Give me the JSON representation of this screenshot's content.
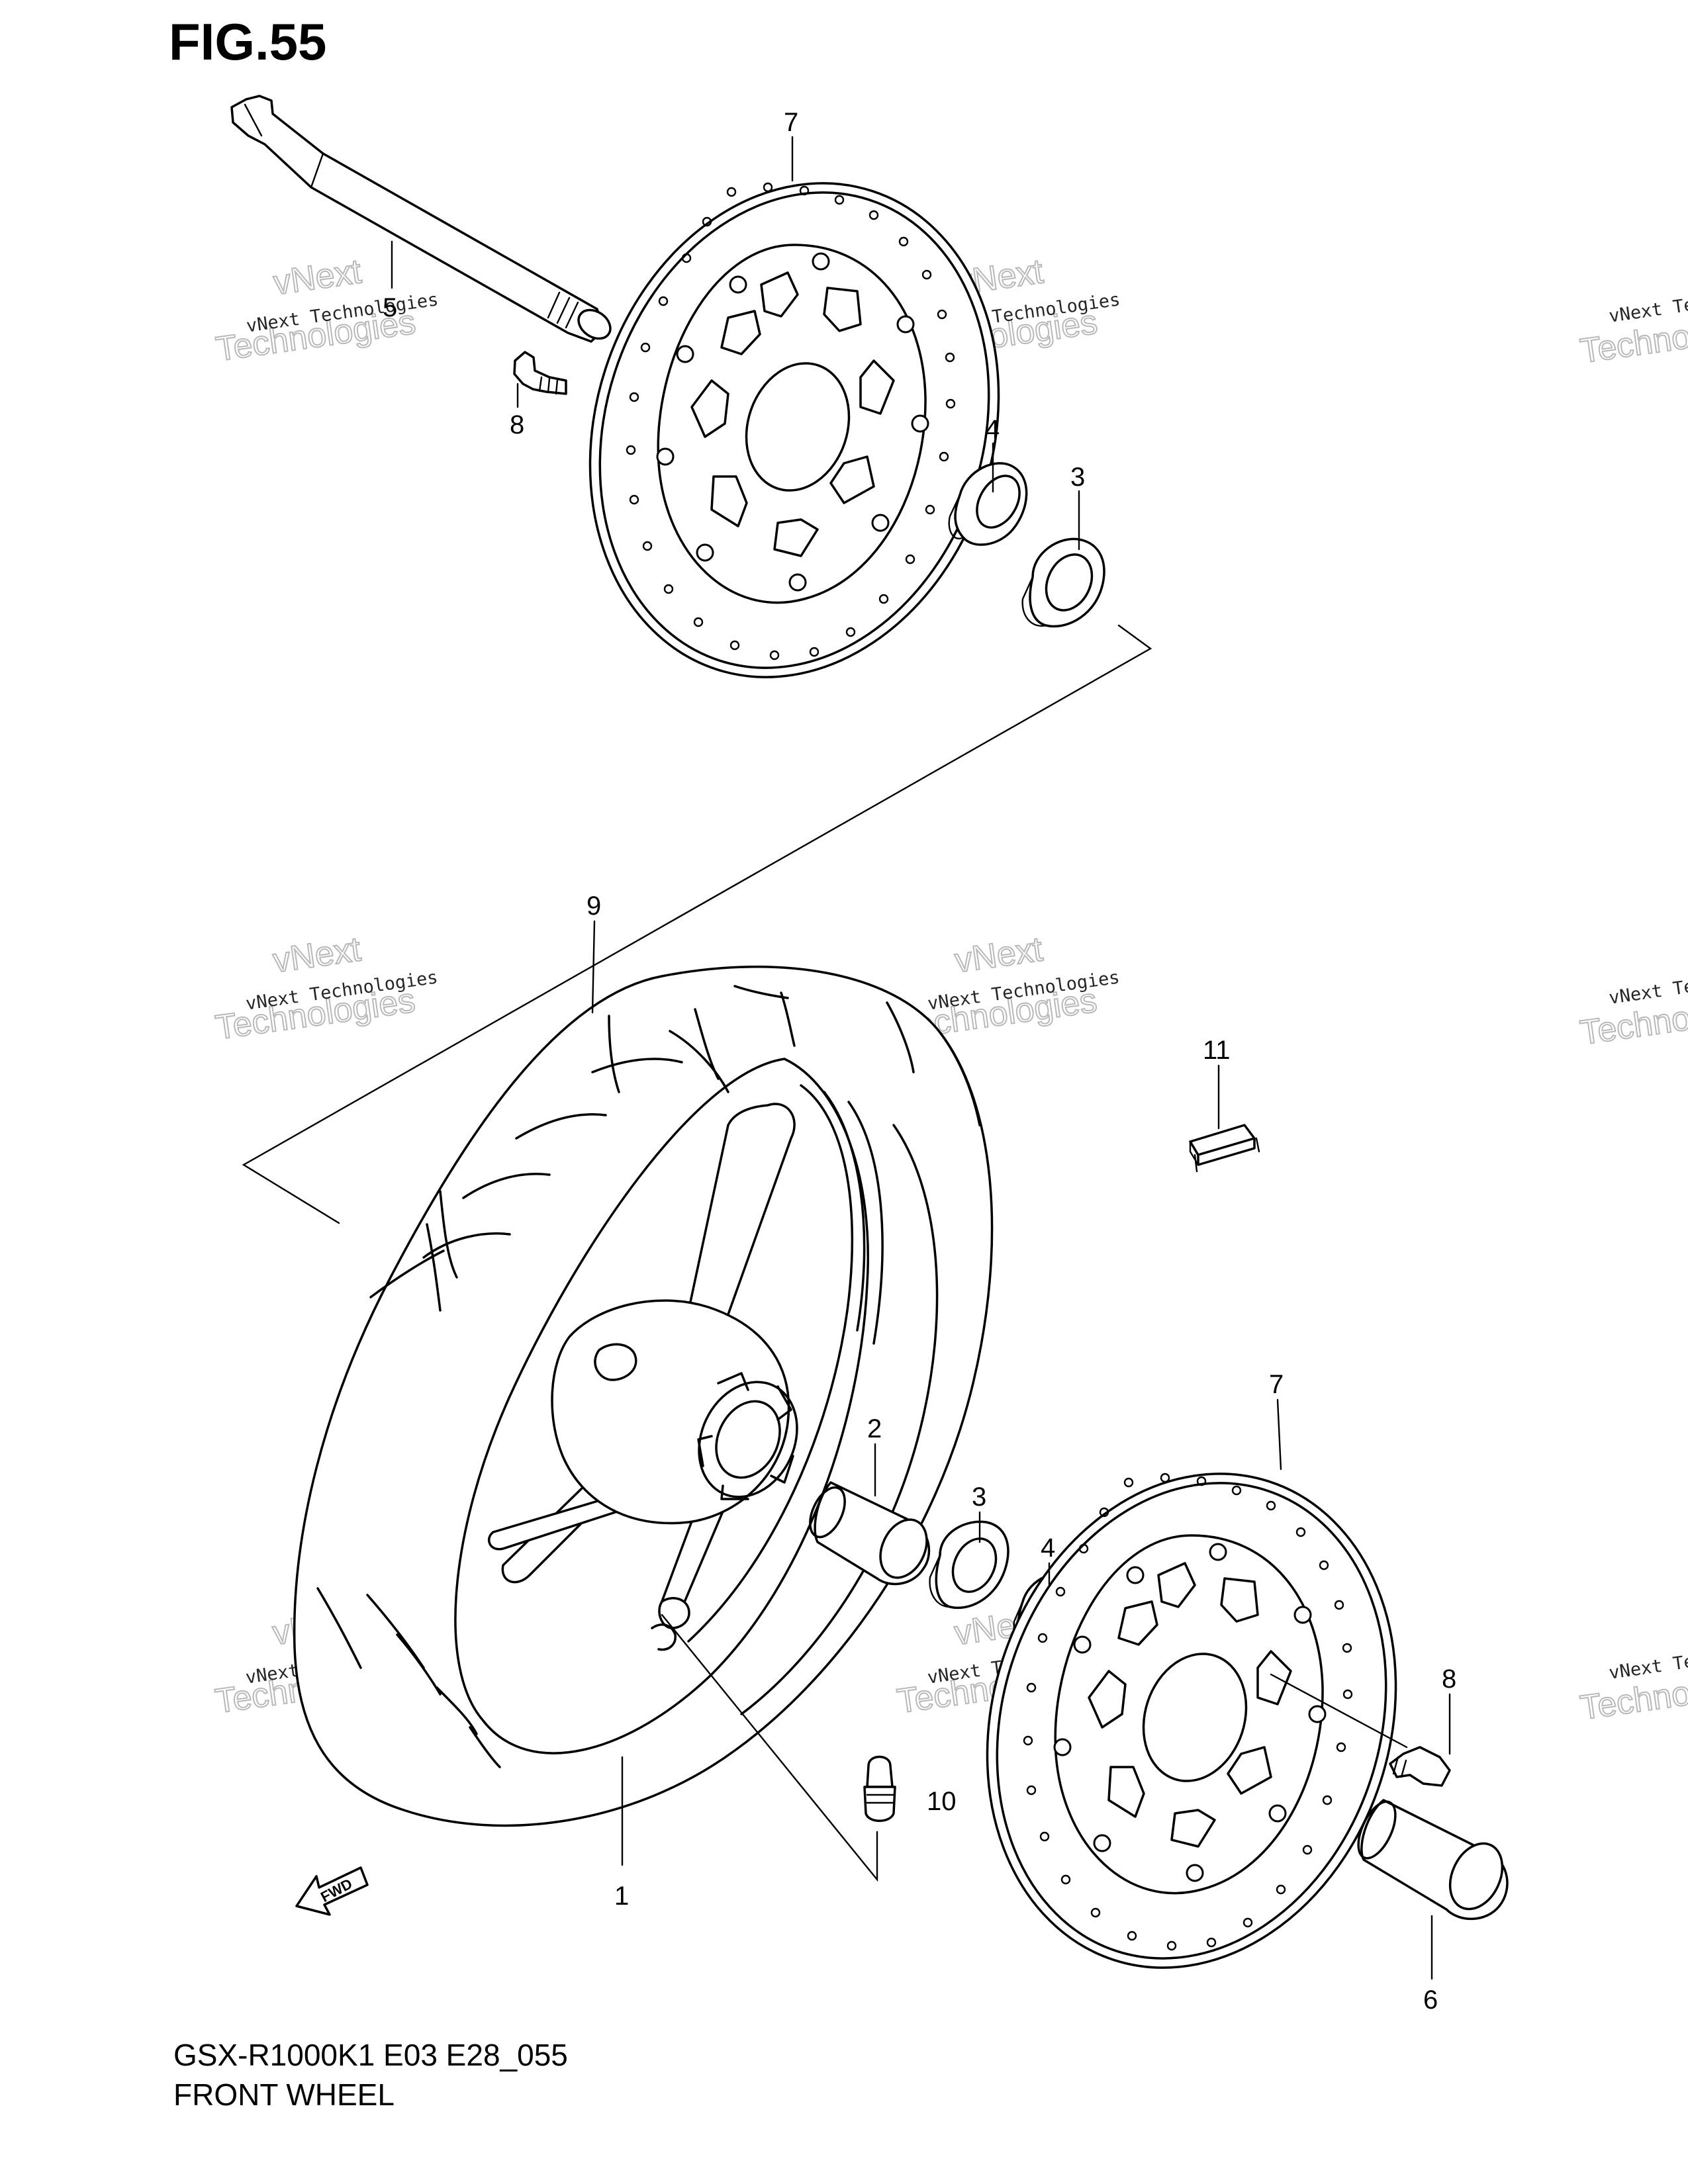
{
  "figure": {
    "title": "FIG.55",
    "footer_code": "GSX-R1000K1 E03 E28_055",
    "footer_name": "FRONT WHEEL"
  },
  "watermark": {
    "line1": "vNext Technologies",
    "line2": "Technologies",
    "line3": "vNext"
  },
  "callouts": {
    "c1": "1",
    "c2": "2",
    "c3a": "3",
    "c3b": "3",
    "c4a": "4",
    "c4b": "4",
    "c5": "5",
    "c6": "6",
    "c7a": "7",
    "c7b": "7",
    "c8a": "8",
    "c8b": "8",
    "c9": "9",
    "c10": "10",
    "c11": "11"
  },
  "fwd_label": "FWD"
}
